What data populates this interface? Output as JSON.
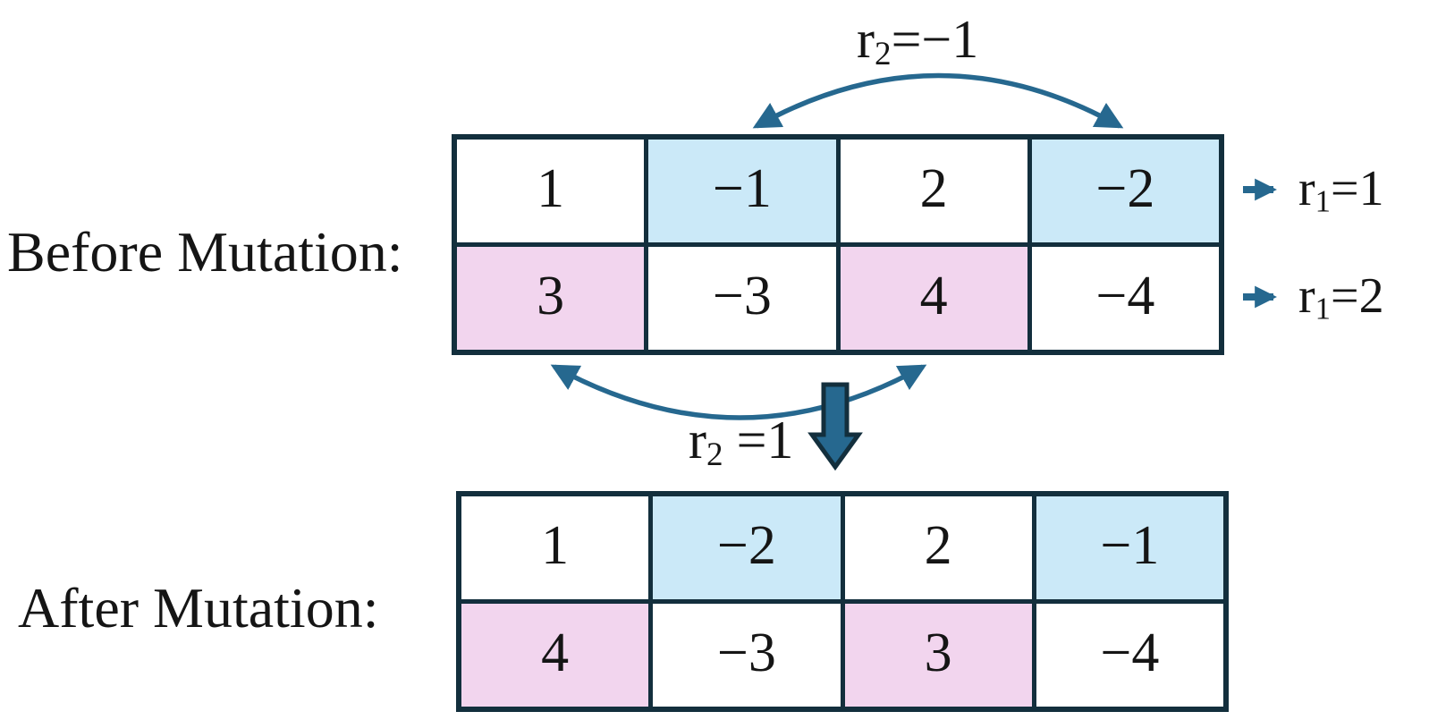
{
  "figure": {
    "kind": "mutation-swap-diagram",
    "labels": {
      "before": "Before Mutation:",
      "after": "After Mutation:"
    },
    "annotations": {
      "swap_row1": {
        "pre": "r",
        "sub": "2",
        "post": "=−1"
      },
      "swap_row2": {
        "pre": "r",
        "sub": "2",
        "post": " =1"
      },
      "row1_pointer": {
        "pre": "r",
        "sub": "1",
        "post": "=1"
      },
      "row2_pointer": {
        "pre": "r",
        "sub": "1",
        "post": "=2"
      }
    },
    "tables": {
      "before": {
        "rows": [
          [
            {
              "value": "1",
              "highlight": "none"
            },
            {
              "value": "−1",
              "highlight": "blue"
            },
            {
              "value": "2",
              "highlight": "none"
            },
            {
              "value": "−2",
              "highlight": "blue"
            }
          ],
          [
            {
              "value": "3",
              "highlight": "pink"
            },
            {
              "value": "−3",
              "highlight": "none"
            },
            {
              "value": "4",
              "highlight": "pink"
            },
            {
              "value": "−4",
              "highlight": "none"
            }
          ]
        ]
      },
      "after": {
        "rows": [
          [
            {
              "value": "1",
              "highlight": "none"
            },
            {
              "value": "−2",
              "highlight": "blue"
            },
            {
              "value": "2",
              "highlight": "none"
            },
            {
              "value": "−1",
              "highlight": "blue"
            }
          ],
          [
            {
              "value": "4",
              "highlight": "pink"
            },
            {
              "value": "−3",
              "highlight": "none"
            },
            {
              "value": "3",
              "highlight": "pink"
            },
            {
              "value": "−4",
              "highlight": "none"
            }
          ]
        ]
      }
    },
    "colors": {
      "border": "#132f3d",
      "blue": "#cbe9f8",
      "pink": "#f2d5ee",
      "teal": "#26688f",
      "text": "#151515"
    }
  }
}
